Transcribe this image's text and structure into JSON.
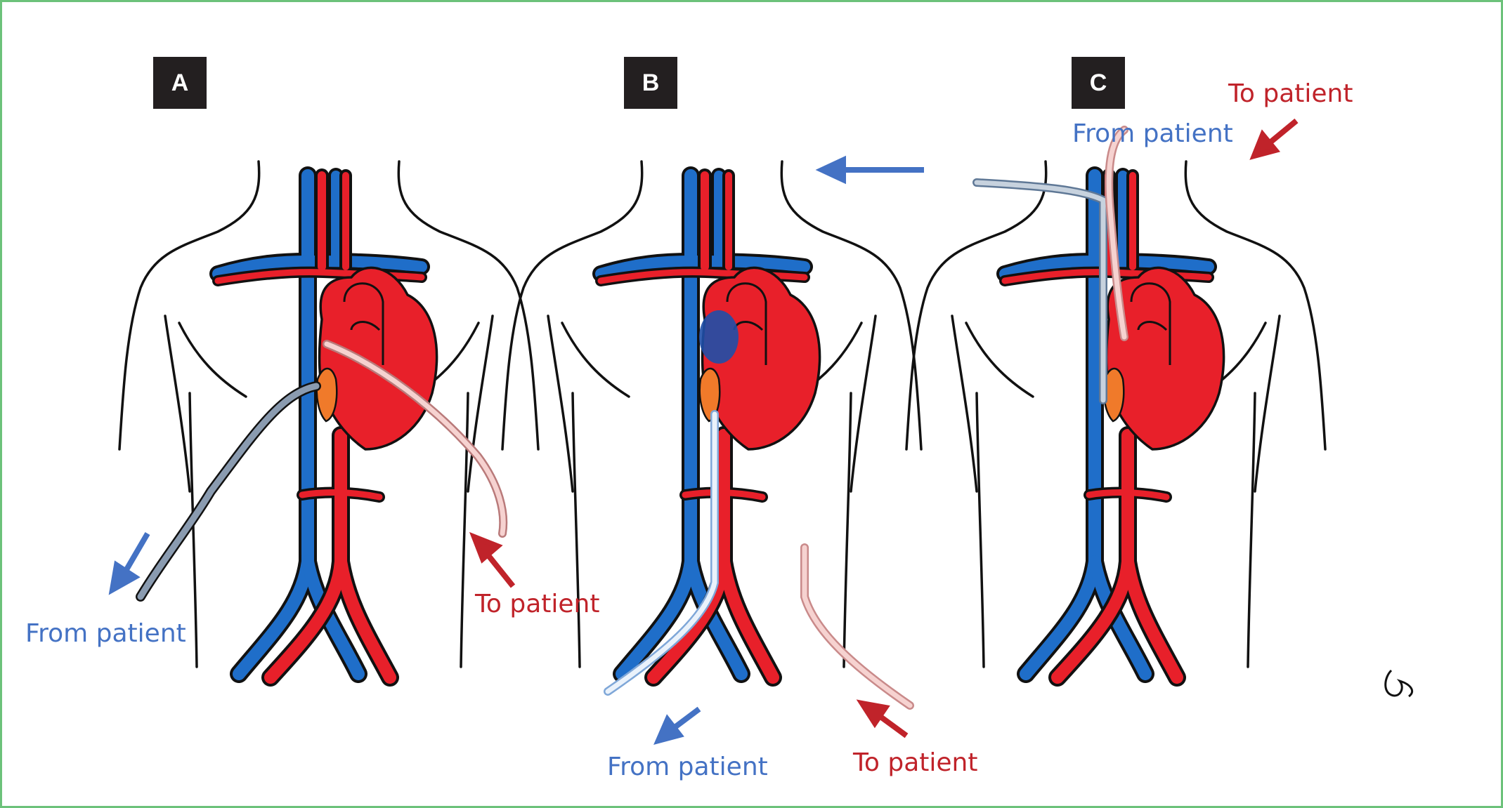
{
  "colors": {
    "vein": "#1f6ec9",
    "artery": "#e8202a",
    "outline": "#111111",
    "atrium": "#f07a2a",
    "from_label": "#4472c4",
    "to_label": "#c0232a",
    "frame": "#6cc27a",
    "badge": "#231f20"
  },
  "panels": [
    {
      "letter": "A",
      "from_label": "From patient",
      "to_label": "To patient"
    },
    {
      "letter": "B",
      "from_label": "From patient",
      "to_label": "To patient"
    },
    {
      "letter": "C",
      "from_label": "From patient",
      "to_label": "To patient"
    }
  ],
  "signature": "signature-mark"
}
